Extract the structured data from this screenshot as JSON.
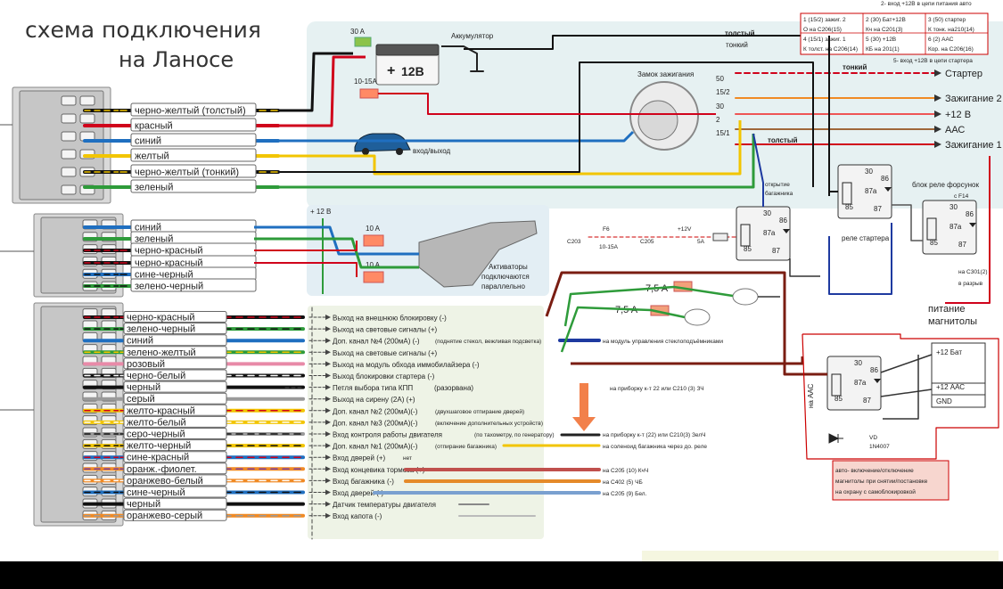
{
  "title": {
    "line1": "схема подключения",
    "line2": "на Ланосе"
  },
  "top_block": {
    "battery_fuse": "30 A",
    "battery_label": "Аккумулятор",
    "battery_voltage": "12B",
    "small_fuse": "10-15A",
    "thick_label": "толстый",
    "thin_label": "тонкий",
    "ignition_lock_label": "Замок зажигания",
    "inout_label": "вход/выход",
    "thick_label_2": "толстый",
    "thin_label_2": "тонкий",
    "lock_pins": [
      "50",
      "15/2",
      "30",
      "2",
      "15/1"
    ],
    "outputs": [
      "Стартер",
      "Зажигание 2",
      "+12 В",
      "ААС",
      "Зажигание 1"
    ],
    "wires": [
      {
        "label": "черно-желтый (толстый)",
        "color": "#111111",
        "stripe": "#f2c500"
      },
      {
        "label": "красный",
        "color": "#d0021b",
        "stripe": ""
      },
      {
        "label": "синий",
        "color": "#1f6fc0",
        "stripe": ""
      },
      {
        "label": "желтый",
        "color": "#f2c500",
        "stripe": ""
      },
      {
        "label": "черно-желтый (тонкий)",
        "color": "#111111",
        "stripe": "#f2c500"
      },
      {
        "label": "зеленый",
        "color": "#2e9b3a",
        "stripe": ""
      }
    ],
    "table": {
      "header": "2- вход +12В в цепи питания авто",
      "rows": [
        [
          "1 (15/2)  зажиг. 2",
          "2 (30)  Бат+12В",
          "3 (50)  стартер"
        ],
        [
          "О на С206(15)",
          "Кч на С201(3)",
          "К тонк. на210(14)"
        ],
        [
          "4 (15/1)  зажиг. 1",
          "5 (30)  +12В",
          "6 (2)  ААС"
        ],
        [
          "К толст. на С206(14)",
          "КБ на 201(1)",
          "Кор. на С206(16)"
        ]
      ],
      "footer": "5- вход +12В в цепи стартера"
    }
  },
  "middle_block": {
    "plus12": "+ 12 В",
    "fuse_a": "10 A",
    "fuse_b": "10 A",
    "actuators_label": [
      "Активаторы",
      "подключаются",
      "параллельно"
    ],
    "wires": [
      {
        "label": "синий",
        "color": "#1f6fc0",
        "stripe": ""
      },
      {
        "label": "зеленый",
        "color": "#2e9b3a",
        "stripe": ""
      },
      {
        "label": "черно-красный",
        "color": "#111111",
        "stripe": "#d0021b"
      },
      {
        "label": "черно-красный",
        "color": "#111111",
        "stripe": "#d0021b"
      },
      {
        "label": "сине-черный",
        "color": "#1f6fc0",
        "stripe": "#111111"
      },
      {
        "label": "зелено-черный",
        "color": "#2e9b3a",
        "stripe": "#111111"
      }
    ]
  },
  "relays": {
    "starter_relay_label": "реле стартера",
    "injector_block_label": "блок реле форсунок",
    "c_f14": "с F14",
    "c301": "на С301(2)",
    "c301b": "в разрыв",
    "trunk_label": [
      "открытие",
      "багажника"
    ],
    "pins": [
      "30",
      "86",
      "87a",
      "85",
      "87"
    ],
    "fuse_f6": "F6",
    "fuse_f6_val": "10-15A",
    "c203": "C203",
    "c205": "C205",
    "plus12v": "+12V",
    "fuse5a": "5A",
    "lamp_fuse_1": "7,5 A",
    "lamp_fuse_2": "7,5 A",
    "radio_label": [
      "питание",
      "магнитолы"
    ],
    "radio_table": [
      "+12 Бат",
      "+12 ААС",
      "GND"
    ],
    "aac_label": "на ААС",
    "diode_label": [
      "VD",
      "1N4007"
    ],
    "note": [
      "авто- включение/отключение",
      "магнитолы при снятии/постановке",
      "на охрану с самоблокировкой"
    ]
  },
  "bottom_block": {
    "wires": [
      {
        "label": "черно-красный",
        "color": "#111111",
        "stripe": "#d0021b",
        "desc": "Выход на  внешнюю блокировку (-)"
      },
      {
        "label": "зелено-черный",
        "color": "#2e9b3a",
        "stripe": "#111111",
        "desc": "Выход на световые сигналы (+)"
      },
      {
        "label": "синий",
        "color": "#1f6fc0",
        "stripe": "",
        "desc": "Доп. канал №4 (200мА) (-)"
      },
      {
        "label": "зелено-желтый",
        "color": "#2e9b3a",
        "stripe": "#f2c500",
        "desc": "Выход на световые сигналы (+)"
      },
      {
        "label": "розовый",
        "color": "#e88aa8",
        "stripe": "",
        "desc": "Выход на модуль обхода иммобилайзера (-)"
      },
      {
        "label": "черно-белый",
        "color": "#111111",
        "stripe": "#ffffff",
        "desc": "Выход блокировки стартера (-)"
      },
      {
        "label": "черный",
        "color": "#111111",
        "stripe": "",
        "desc": "Петля выбора типа КПП"
      },
      {
        "label": "серый",
        "color": "#9a9a9a",
        "stripe": "",
        "desc": "Выход на сирену (2А) (+)"
      },
      {
        "label": "желто-красный",
        "color": "#f2c500",
        "stripe": "#d0021b",
        "desc": "Доп. канал №2 (200мА)(-)"
      },
      {
        "label": "желто-белый",
        "color": "#f2c500",
        "stripe": "#ffffff",
        "desc": "Доп. канал №3 (200мА)(-)"
      },
      {
        "label": "серо-черный",
        "color": "#9a9a9a",
        "stripe": "#111111",
        "desc": "Вход контроля работы двигателя"
      },
      {
        "label": "желто-черный",
        "color": "#f2c500",
        "stripe": "#111111",
        "desc": "Доп. канал №1 (200мА)(-)"
      },
      {
        "label": "сине-красный",
        "color": "#1f6fc0",
        "stripe": "#d0021b",
        "desc": "Вход дверей (+)"
      },
      {
        "label": "оранж.-фиолет.",
        "color": "#f08a24",
        "stripe": "#7b3fa0",
        "desc": "Вход концевика тормоза (+)"
      },
      {
        "label": "оранжево-белый",
        "color": "#f08a24",
        "stripe": "#ffffff",
        "desc": "Вход багажника (-)"
      },
      {
        "label": "сине-черный",
        "color": "#1f6fc0",
        "stripe": "#111111",
        "desc": "Вход дверей (-)"
      },
      {
        "label": "черный",
        "color": "#111111",
        "stripe": "",
        "desc": "Датчик температуры двигателя"
      },
      {
        "label": "оранжево-серый",
        "color": "#f08a24",
        "stripe": "#9a9a9a",
        "desc": "Вход капота (-)"
      }
    ],
    "notes": {
      "ch4": "(поднятие стекол, вежливая подсветка)",
      "ch4_target": "на модуль управления стеклоподъёмниками",
      "kpp": "(разорвана)",
      "kpp_target": "на приборку к-т 22 или С210 (3) ЗЧ",
      "ch2": "(двухшаговое отпирание дверей)",
      "ch3": "(включение дополнительных устройств)",
      "engine": "(по тахометру, по генератору)",
      "engine_target": "на приборку к-т (22) или С210(3) ЗелЧ",
      "ch1": "(отпирание багажника)",
      "ch1_target": "на соленоид багажника через до. реле",
      "doors": "нет",
      "brake_target": "на  С205 (10) КчЧ",
      "trunk_target": "на С402 (5) ЧБ",
      "doors_target": "на С205 (9) Бел."
    }
  }
}
